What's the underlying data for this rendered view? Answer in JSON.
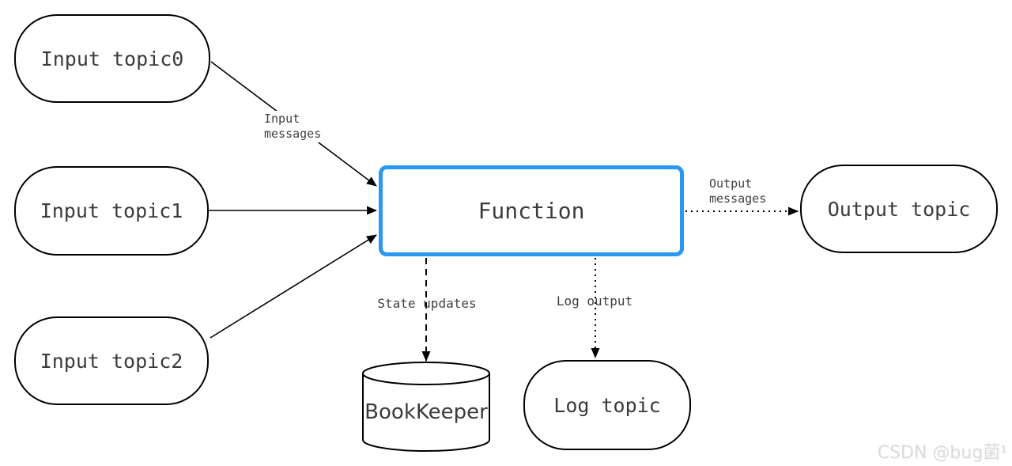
{
  "nodes": {
    "input0": {
      "label": "Input topic0"
    },
    "input1": {
      "label": "Input topic1"
    },
    "input2": {
      "label": "Input topic2"
    },
    "function": {
      "label": "Function"
    },
    "output": {
      "label": "Output topic"
    },
    "bookkeeper": {
      "label": "BookKeeper"
    },
    "logtopic": {
      "label": "Log topic"
    }
  },
  "edge_labels": {
    "input_messages": {
      "line1": "Input",
      "line2": "messages"
    },
    "output_messages": {
      "line1": "Output",
      "line2": "messages"
    },
    "state_updates": {
      "label": "State updates"
    },
    "log_output": {
      "label": "Log output"
    }
  },
  "colors": {
    "function_border": "#2a97f1",
    "edge_stroke": "#000000",
    "node_text": "#3b3b3b",
    "label_text": "#3f3f3f",
    "watermark_text": "#dcdcdc",
    "background": "#ffffff"
  },
  "watermark": {
    "text": "CSDN @bug菌¹"
  }
}
